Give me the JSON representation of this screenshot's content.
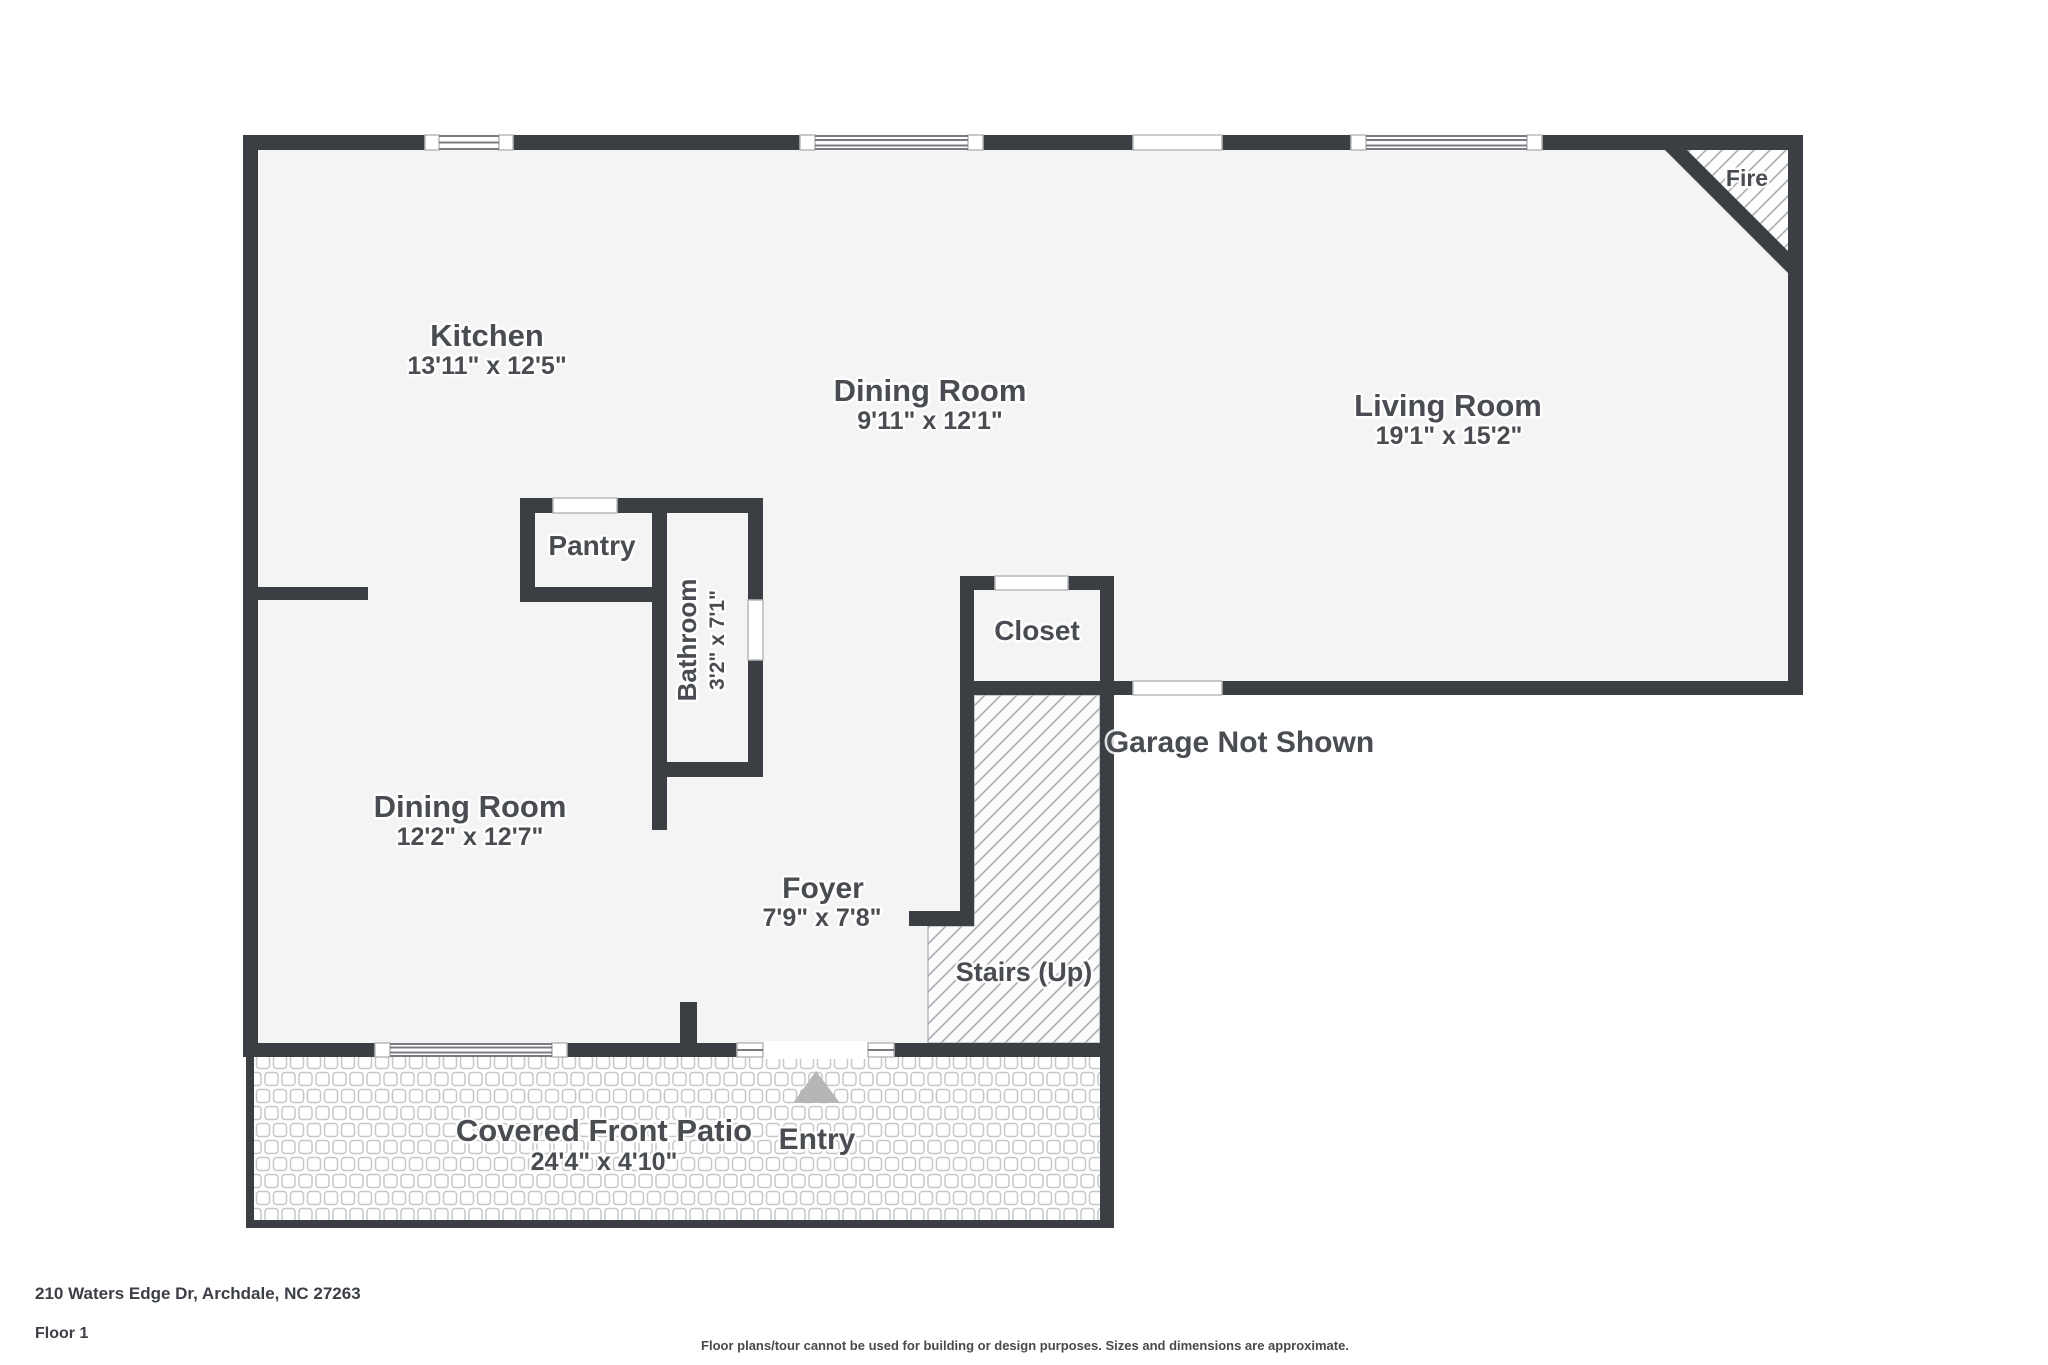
{
  "meta": {
    "address": "210 Waters Edge Dr, Archdale, NC 27263",
    "floor_label": "Floor 1",
    "disclaimer": "Floor plans/tour cannot be used for building or design purposes. Sizes and dimensions are approximate."
  },
  "rooms": {
    "kitchen": {
      "name": "Kitchen",
      "dims": "13'11\" x 12'5\""
    },
    "dining_upper": {
      "name": "Dining Room",
      "dims": "9'11\" x 12'1\""
    },
    "living": {
      "name": "Living Room",
      "dims": "19'1\" x 15'2\""
    },
    "dining_lower": {
      "name": "Dining Room",
      "dims": "12'2\" x 12'7\""
    },
    "foyer": {
      "name": "Foyer",
      "dims": "7'9\" x 7'8\""
    },
    "bathroom": {
      "name": "Bathroom",
      "dims": "3'2\" x 7'1\""
    },
    "pantry": {
      "name": "Pantry"
    },
    "closet": {
      "name": "Closet"
    },
    "patio": {
      "name": "Covered Front Patio",
      "dims": "24'4\" x 4'10\""
    }
  },
  "labels": {
    "fire": "Fire",
    "stairs": "Stairs (Up)",
    "garage": "Garage Not Shown",
    "entry": "Entry"
  },
  "colors": {
    "wall": "#3b3e42",
    "floor": "#f4f4f5",
    "hatch": "#a9adb1",
    "tile_outline": "#c5c7c9",
    "text": "#494d51",
    "entry_arrow": "#b4b6b8"
  }
}
